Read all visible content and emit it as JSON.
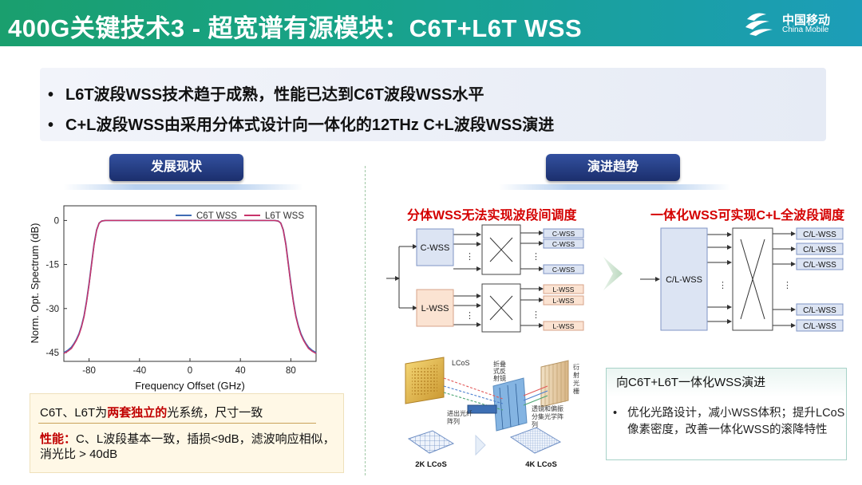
{
  "header": {
    "title": "400G关键技术3 - 超宽谱有源模块：C6T+L6T WSS",
    "logo_cn": "中国移动",
    "logo_en": "China Mobile"
  },
  "bullets": [
    "L6T波段WSS技术趋于成熟，性能已达到C6T波段WSS水平",
    "C+L波段WSS由采用分体式设计向一体化的12THz C+L波段WSS演进"
  ],
  "bullet_symbol": "•",
  "sections": {
    "left": "发展现状",
    "right": "演进趋势"
  },
  "chart_data": {
    "type": "line",
    "xlabel": "Frequency Offset (GHz)",
    "ylabel": "Norm. Opt. Spectrum (dB)",
    "xlim": [
      -100,
      100
    ],
    "ylim": [
      -48,
      5
    ],
    "xticks": [
      -80,
      -40,
      0,
      40,
      80
    ],
    "yticks": [
      0,
      -15,
      -30,
      -45
    ],
    "legend_position": "top-right",
    "x": [
      -100,
      -97,
      -94,
      -92,
      -90,
      -88,
      -86,
      -84,
      -82,
      -80,
      -78,
      -76,
      -74,
      -72,
      -70,
      -67,
      -60,
      -40,
      0,
      40,
      60,
      67,
      70,
      72,
      74,
      76,
      78,
      80,
      82,
      84,
      86,
      88,
      90,
      92,
      94,
      97,
      100
    ],
    "series": [
      {
        "name": "C6T WSS",
        "color": "#3f6bb4",
        "values": [
          -45,
          -44.3,
          -43.2,
          -42,
          -40.5,
          -38.6,
          -36,
          -32.5,
          -27.6,
          -21.5,
          -14.6,
          -8,
          -3.2,
          -0.9,
          -0.2,
          0,
          0,
          0,
          0,
          0,
          0,
          0,
          -0.2,
          -0.9,
          -3.2,
          -8,
          -14.6,
          -21.5,
          -27.6,
          -32.5,
          -36,
          -38.6,
          -40.5,
          -42,
          -43.2,
          -44.3,
          -45
        ]
      },
      {
        "name": "L6T WSS",
        "color": "#c8336a",
        "values": [
          -45.3,
          -44.6,
          -43.6,
          -42.3,
          -40.8,
          -38.9,
          -36.3,
          -32.8,
          -27.9,
          -21.8,
          -14.9,
          -8.2,
          -3.3,
          -0.9,
          -0.2,
          0,
          0,
          0,
          0,
          0,
          0,
          0,
          -0.2,
          -0.9,
          -3.3,
          -8.2,
          -14.9,
          -21.8,
          -27.9,
          -32.8,
          -36.3,
          -38.9,
          -40.8,
          -42.3,
          -43.6,
          -44.6,
          -45.3
        ]
      }
    ]
  },
  "left_box": {
    "line1_a": "C6T、L6T为",
    "line1_red": "两套独立的",
    "line1_b": "光系统，尺寸一致",
    "line2_red": "性能：",
    "line2_text": "C、L波段基本一致，插损<9dB，滤波响应相似，消光比 > 40dB"
  },
  "diagram_left": {
    "title": "分体WSS无法实现波段间调度",
    "c_wss": "C-WSS",
    "l_wss": "L-WSS",
    "c_outputs": [
      "C-WSS",
      "C-WSS",
      "C-WSS"
    ],
    "l_outputs": [
      "L-WSS",
      "L-WSS",
      "L-WSS"
    ],
    "ellipsis": "⋮"
  },
  "diagram_right": {
    "title": "一体化WSS可实现C+L全波段调度",
    "cl_wss": "C/L-WSS",
    "outputs": [
      "C/L-WSS",
      "C/L-WSS",
      "C/L-WSS",
      "C/L-WSS",
      "C/L-WSS"
    ],
    "ellipsis": "⋮"
  },
  "optics": {
    "lcos": "LCoS",
    "folded": "折叠式反射镜",
    "grating": "衍射光栅",
    "fiber_array": "进出光纤阵列",
    "lens_array": "透镜和偏振分集光学阵列",
    "lcos_2k": "2K LCoS",
    "lcos_4k": "4K LCoS"
  },
  "green_box": {
    "title": "向C6T+L6T一体化WSS演进",
    "bullet": "•",
    "text": "优化光路设计，减小WSS体积；提升LCoS像素密度，改善一体化WSS的滚降特性"
  },
  "colors": {
    "header_green": "#1a9f6e",
    "header_teal": "#1c9db8",
    "section_blue": "#1b2f6d",
    "red": "#d40000",
    "c_box": "#dce4f3",
    "l_box": "#fbe3d2",
    "cl_box": "#dce4f3"
  }
}
